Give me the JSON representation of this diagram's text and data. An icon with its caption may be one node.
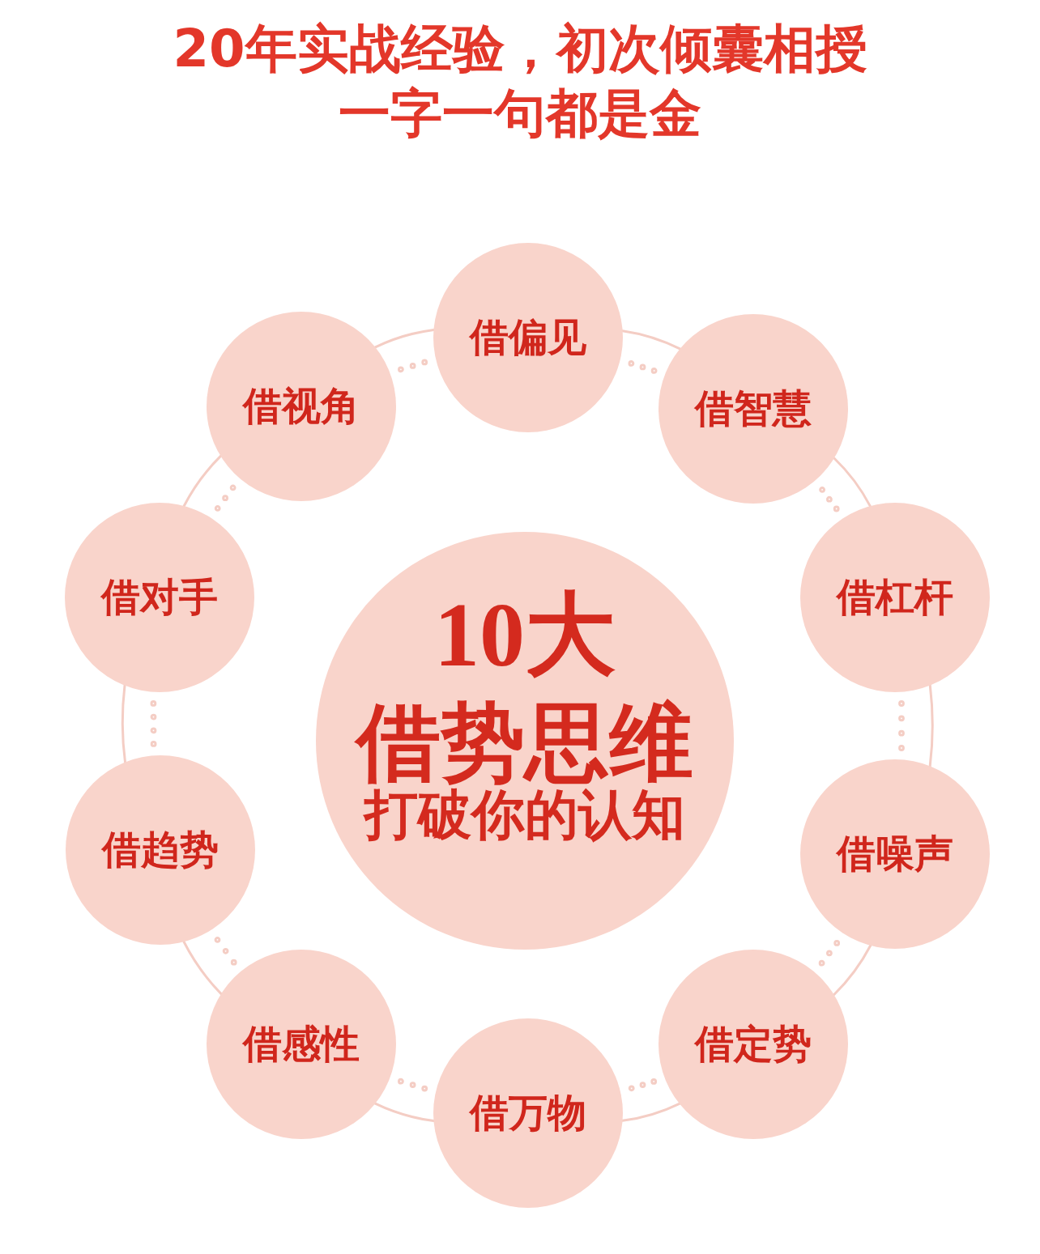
{
  "diagram": {
    "title": "20年实战经验，初次倾囊相授一字一句都是金",
    "nodes": [
      {
        "text": [
          "10大",
          "借势思维",
          "打破你的认知"
        ]
      },
      {
        "text": [
          "借偏见"
        ]
      },
      {
        "text": [
          "借智慧"
        ]
      },
      {
        "text": [
          "借杠杆"
        ]
      },
      {
        "text": [
          "借噪声"
        ]
      },
      {
        "text": [
          "借定势"
        ]
      },
      {
        "text": [
          "借万物"
        ]
      },
      {
        "text": [
          "借感性"
        ]
      },
      {
        "text": [
          "借趋势"
        ]
      },
      {
        "text": [
          "借对手"
        ]
      },
      {
        "text": [
          "借视角"
        ]
      }
    ],
    "edges": [
      {
        "from": 1,
        "to": 2,
        "arrow": "none"
      },
      {
        "from": 2,
        "to": 3,
        "arrow": "none"
      },
      {
        "from": 3,
        "to": 4,
        "arrow": "none"
      },
      {
        "from": 4,
        "to": 5,
        "arrow": "none"
      },
      {
        "from": 5,
        "to": 6,
        "arrow": "none"
      },
      {
        "from": 6,
        "to": 7,
        "arrow": "none"
      },
      {
        "from": 7,
        "to": 8,
        "arrow": "none"
      },
      {
        "from": 8,
        "to": 9,
        "arrow": "none"
      },
      {
        "from": 9,
        "to": 10,
        "arrow": "none"
      },
      {
        "from": 10,
        "to": 1,
        "arrow": "none"
      }
    ]
  }
}
